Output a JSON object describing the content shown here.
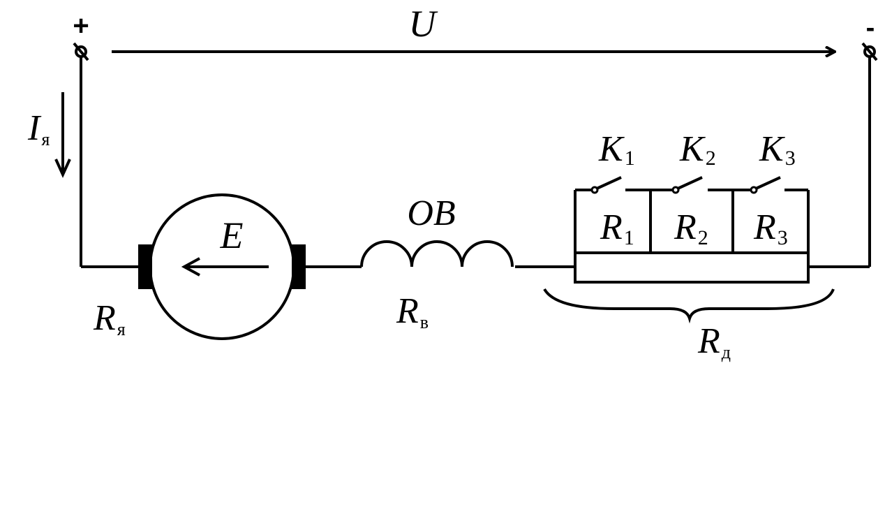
{
  "terminals": {
    "plus": "+",
    "minus": "-"
  },
  "voltage": {
    "symbol": "U"
  },
  "armature_current": {
    "symbol": "I",
    "sub": "я"
  },
  "motor": {
    "emf": "E",
    "resistance": {
      "symbol": "R",
      "sub": "я"
    }
  },
  "field_winding": {
    "name": "OB",
    "resistance": {
      "symbol": "R",
      "sub": "в"
    }
  },
  "switches": [
    {
      "symbol": "K",
      "sub": "1"
    },
    {
      "symbol": "K",
      "sub": "2"
    },
    {
      "symbol": "K",
      "sub": "3"
    }
  ],
  "resistors": [
    {
      "symbol": "R",
      "sub": "1"
    },
    {
      "symbol": "R",
      "sub": "2"
    },
    {
      "symbol": "R",
      "sub": "3"
    }
  ],
  "additional_resistance": {
    "symbol": "R",
    "sub": "д"
  },
  "colors": {
    "ink": "#000000",
    "background": "#ffffff"
  }
}
